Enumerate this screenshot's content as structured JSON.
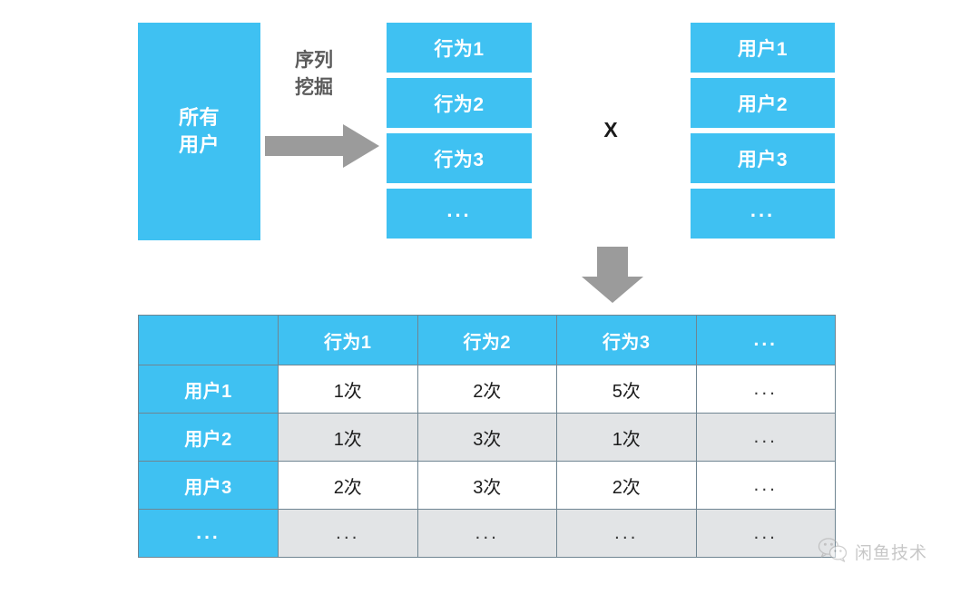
{
  "diagram": {
    "source_box": {
      "label": "所有\n用户",
      "color": "#3fc1f2"
    },
    "transform_label": "序列\n挖掘",
    "arrow_right_name": "right-arrow",
    "arrow_down_name": "down-arrow",
    "multiply_symbol": "X",
    "behavior_stack": {
      "name": "behavior-list",
      "items": [
        "行为1",
        "行为2",
        "行为3",
        "..."
      ]
    },
    "user_stack": {
      "name": "user-list",
      "items": [
        "用户1",
        "用户2",
        "用户3",
        "..."
      ]
    }
  },
  "matrix": {
    "corner_header": "",
    "column_headers": [
      "行为1",
      "行为2",
      "行为3",
      "..."
    ],
    "rows": [
      {
        "header": "用户1",
        "cells": [
          "1次",
          "2次",
          "5次",
          "..."
        ]
      },
      {
        "header": "用户2",
        "cells": [
          "1次",
          "3次",
          "1次",
          "..."
        ]
      },
      {
        "header": "用户3",
        "cells": [
          "2次",
          "3次",
          "2次",
          "..."
        ]
      },
      {
        "header": "...",
        "cells": [
          "...",
          "...",
          "...",
          "..."
        ]
      }
    ]
  },
  "watermark": {
    "icon": "wechat-icon",
    "text": "闲鱼技术"
  },
  "colors": {
    "accent_blue": "#3fc1f2",
    "arrow_gray": "#9b9b9b",
    "border_gray": "#6f8592",
    "band_gray": "#e2e4e6",
    "text_dark": "#1c1c1c"
  }
}
